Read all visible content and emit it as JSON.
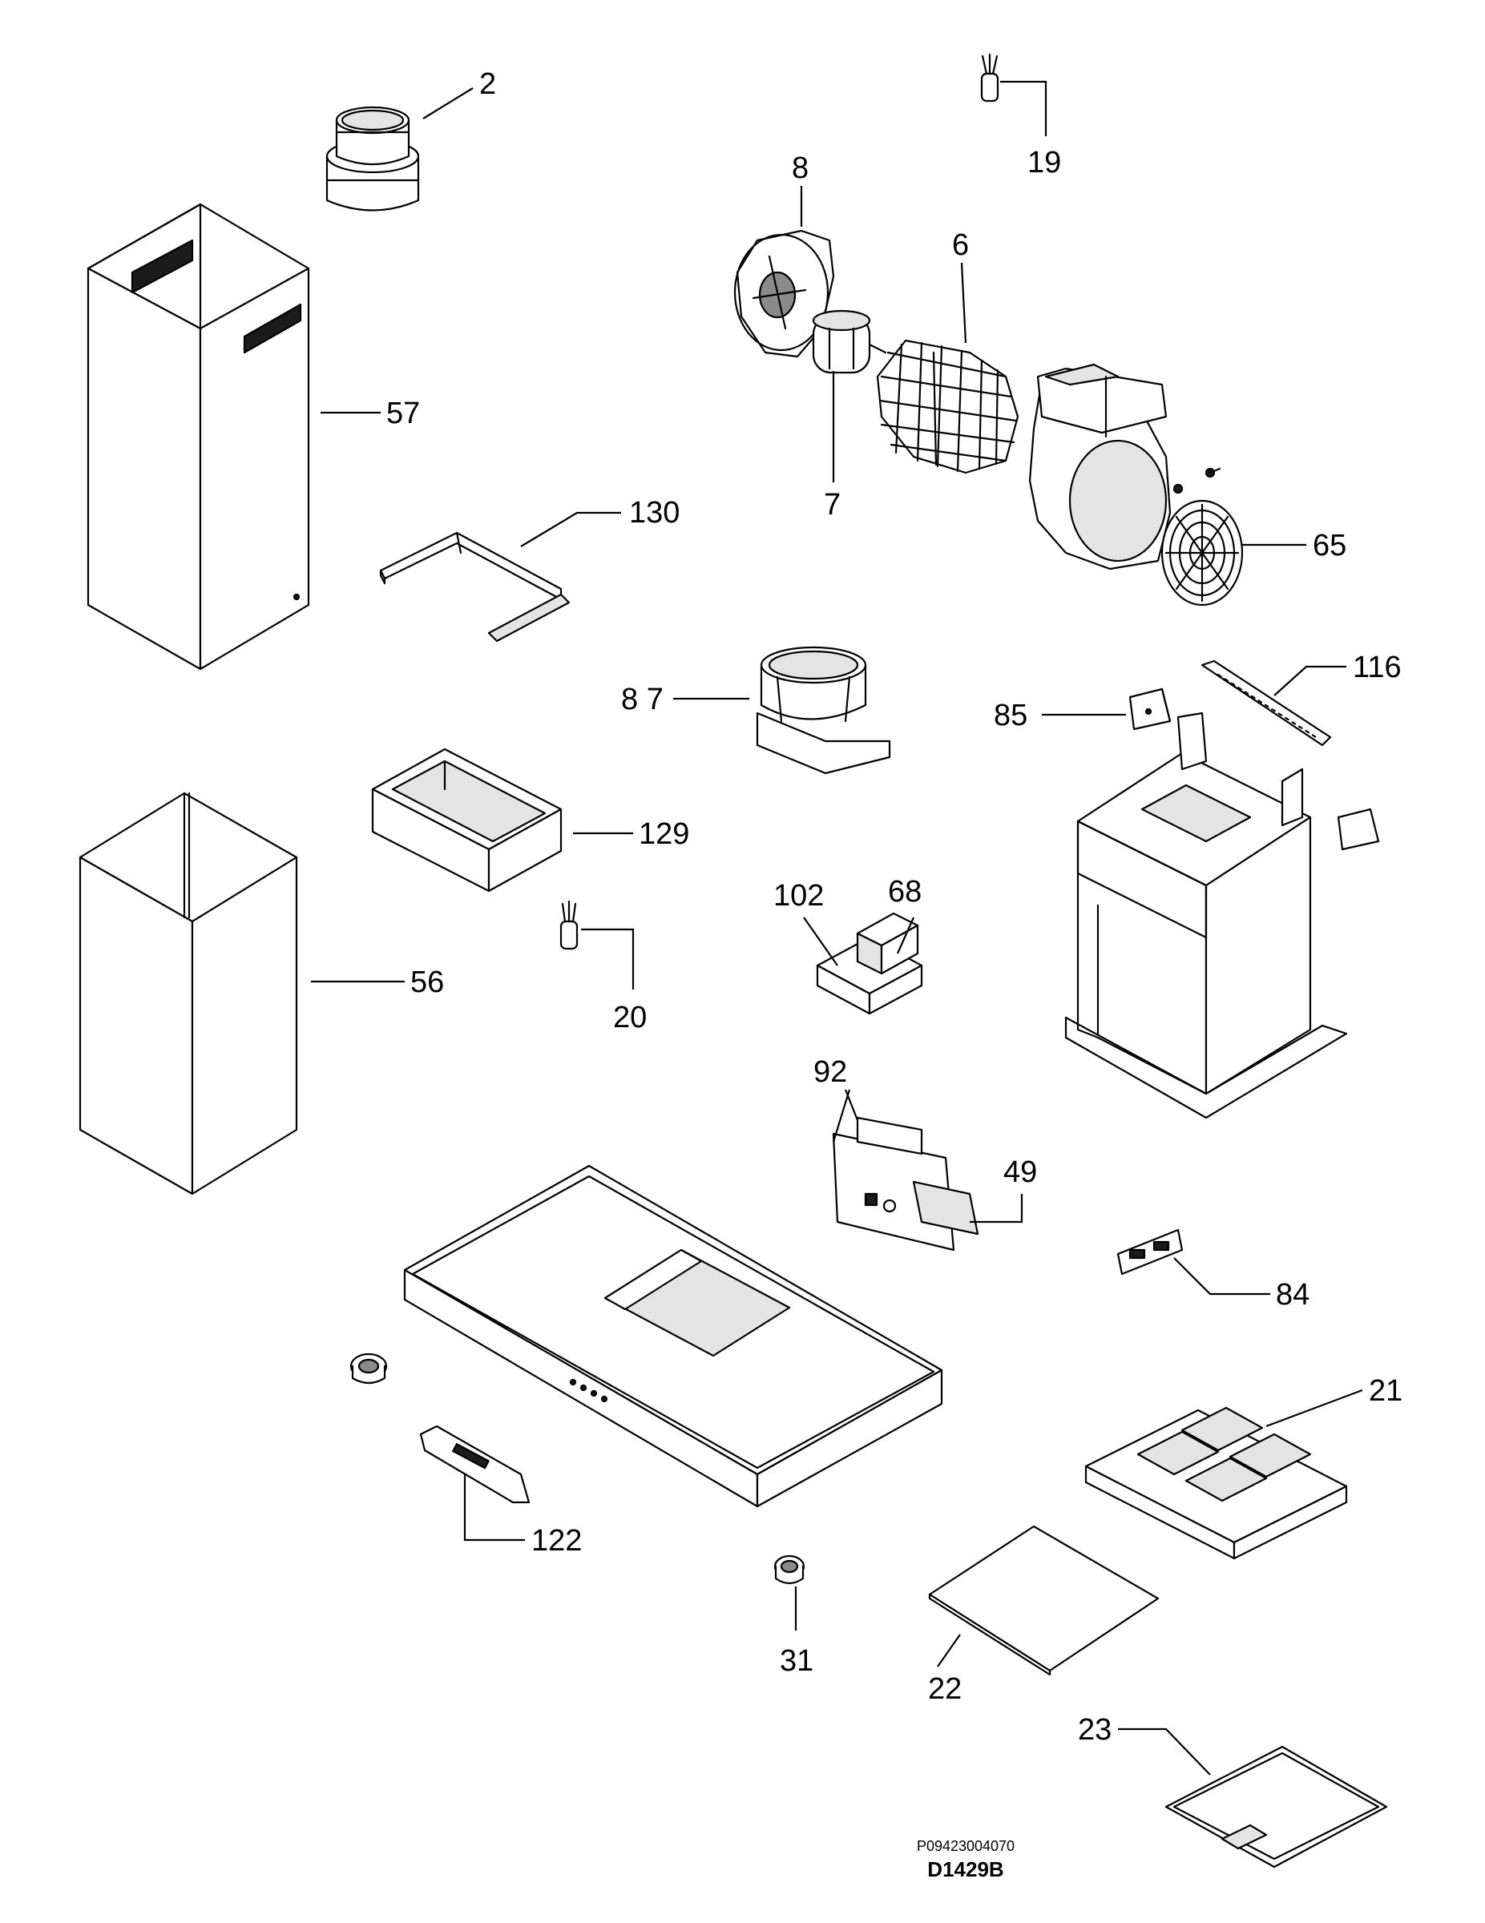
{
  "callouts": {
    "c2": "2",
    "c19": "19",
    "c8": "8",
    "c6": "6",
    "c7": "7",
    "c57": "57",
    "c130": "130",
    "c65": "65",
    "c87": "8 7",
    "c116": "116",
    "c85": "85",
    "c129": "129",
    "c102": "102",
    "c68": "68",
    "c56": "56",
    "c20": "20",
    "c92": "92",
    "c49": "49",
    "c84": "84",
    "c21": "21",
    "c122": "122",
    "c31": "31",
    "c22": "22",
    "c23": "23"
  },
  "drawing": {
    "code": "P09423004070",
    "id": "D1429B"
  }
}
